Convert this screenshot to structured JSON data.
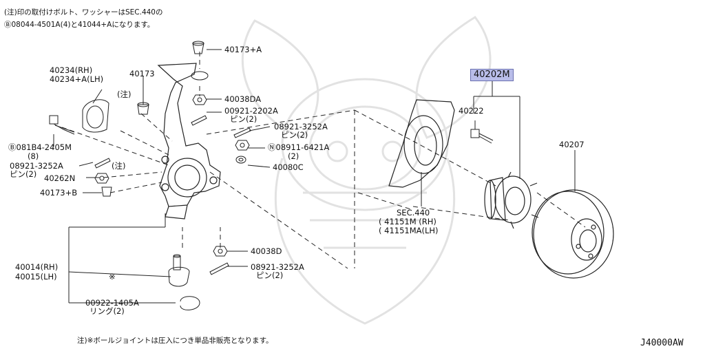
{
  "notes": {
    "top_line1": "(注)印の取付けボルト、ワッシャーはSEC.440の",
    "top_line2": "Ⓑ08044-4501A(4)と41044+Aになります。",
    "bottom": "注)※ボールジョイントは圧入につき単品非販売となります。"
  },
  "diagram_code": "J40000AW",
  "colors": {
    "highlight_bg": "#b9bde9",
    "line": "#222222",
    "watermark": "#e2e2e2"
  },
  "labels": {
    "l40173A": "40173+A",
    "l40234": "40234(RH)",
    "l40234A": "40234+A(LH)",
    "l40173": "40173",
    "note_mark1": "(注)",
    "l40038DA": "40038DA",
    "l00921": "00921-2202A",
    "pin2_a": "ピン(2)",
    "l081B4": "Ⓑ081B4-2405M",
    "qty8": "(8)",
    "l08921_a": "08921-3252A",
    "pin2_b": "ピン(2)",
    "note_mark2": "(注)",
    "l08921_b": "08921-3252A",
    "pin2_c": "ピン(2)",
    "l08911": "Ⓝ08911-6421A",
    "qty2": "(2)",
    "l40080C": "40080C",
    "l40262N": "40262N",
    "l40173B": "40173+B",
    "l40038D": "40038D",
    "l08921_c": "08921-3252A",
    "pin2_d": "ピン(2)",
    "l40014": "40014(RH)",
    "l40015": "40015(LH)",
    "asterisk": "※",
    "l00922": "00922-1405A",
    "ring2": "リング(2)",
    "sec440": "SEC.440",
    "l41151M": "( 41151M (RH)",
    "l41151MA": "( 41151MA(LH)",
    "l40202M": "40202M",
    "l40222": "40222",
    "l40207": "40207"
  }
}
